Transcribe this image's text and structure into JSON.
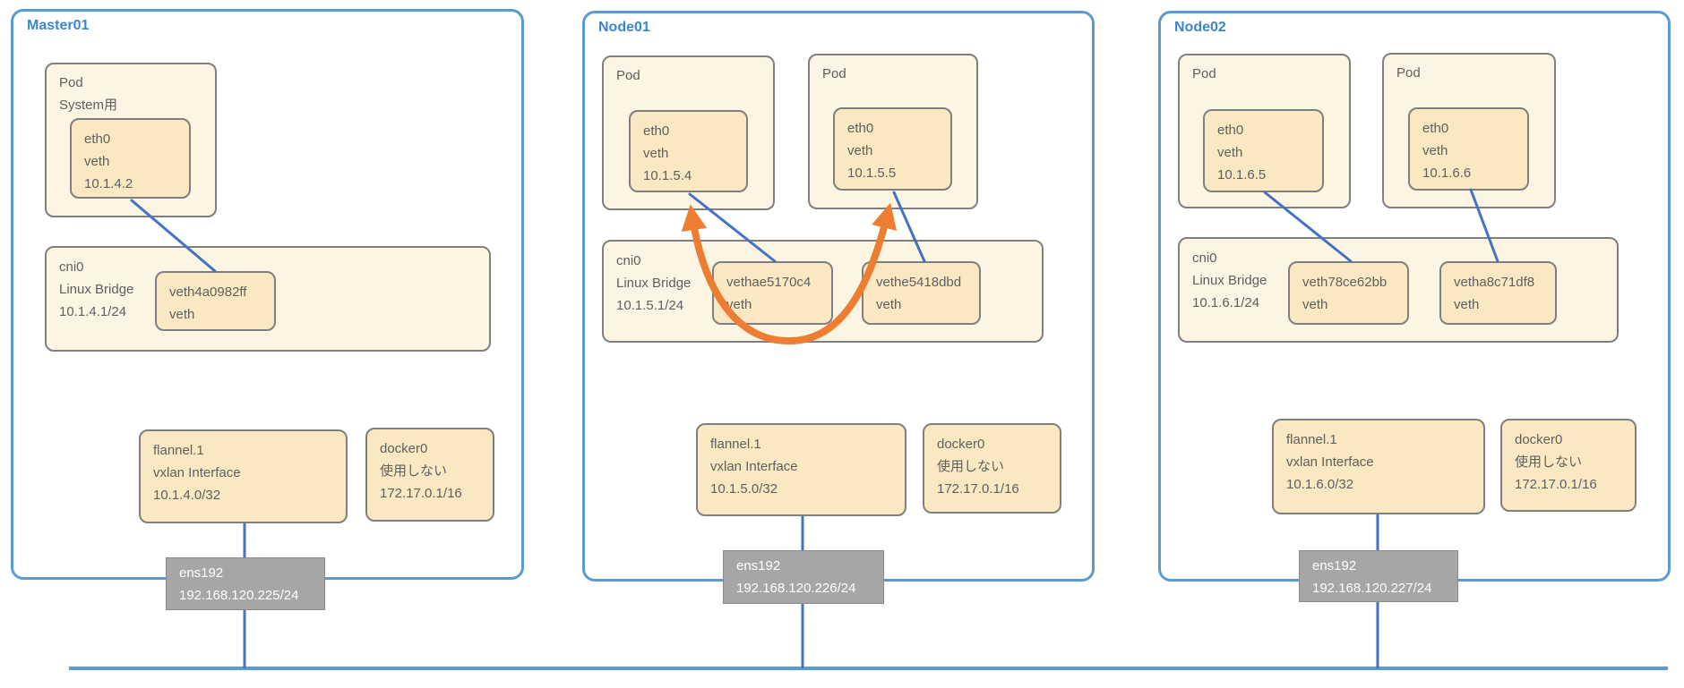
{
  "colors": {
    "node_border": "#5B9BD5",
    "node_title": "#3E86CC",
    "connector_blue": "#4472C4",
    "lan_line_blue": "#5B9BD5",
    "pod_fill": "#FDF5E3",
    "interface_fill": "#FAE8C3",
    "box_border_gray": "#7F7F7F",
    "nic_fill": "#A6A6A6",
    "arrow_orange": "#ED7D31"
  },
  "nodes": [
    {
      "title": "Master01",
      "pods": [
        {
          "label": "Pod",
          "sublabel": "System用",
          "eth": {
            "name": "eth0",
            "type": "veth",
            "ip": "10.1.4.2"
          }
        }
      ],
      "bridge": {
        "name": "cni0",
        "kind": "Linux Bridge",
        "ip": "10.1.4.1/24",
        "veths": [
          {
            "name": "veth4a0982ff",
            "type": "veth"
          }
        ]
      },
      "flannel": {
        "name": "flannel.1",
        "kind": "vxlan Interface",
        "ip": "10.1.4.0/32"
      },
      "docker": {
        "name": "docker0",
        "note": "使用しない",
        "ip": "172.17.0.1/16"
      },
      "nic": {
        "name": "ens192",
        "ip": "192.168.120.225/24"
      }
    },
    {
      "title": "Node01",
      "pods": [
        {
          "label": "Pod",
          "eth": {
            "name": "eth0",
            "type": "veth",
            "ip": "10.1.5.4"
          }
        },
        {
          "label": "Pod",
          "eth": {
            "name": "eth0",
            "type": "veth",
            "ip": "10.1.5.5"
          }
        }
      ],
      "bridge": {
        "name": "cni0",
        "kind": "Linux Bridge",
        "ip": "10.1.5.1/24",
        "veths": [
          {
            "name": "vethae5170c4",
            "type": "veth"
          },
          {
            "name": "vethe5418dbd",
            "type": "veth"
          }
        ]
      },
      "flannel": {
        "name": "flannel.1",
        "kind": "vxlan Interface",
        "ip": "10.1.5.0/32"
      },
      "docker": {
        "name": "docker0",
        "note": "使用しない",
        "ip": "172.17.0.1/16"
      },
      "nic": {
        "name": "ens192",
        "ip": "192.168.120.226/24"
      }
    },
    {
      "title": "Node02",
      "pods": [
        {
          "label": "Pod",
          "eth": {
            "name": "eth0",
            "type": "veth",
            "ip": "10.1.6.5"
          }
        },
        {
          "label": "Pod",
          "eth": {
            "name": "eth0",
            "type": "veth",
            "ip": "10.1.6.6"
          }
        }
      ],
      "bridge": {
        "name": "cni0",
        "kind": "Linux Bridge",
        "ip": "10.1.6.1/24",
        "veths": [
          {
            "name": "veth78ce62bb",
            "type": "veth"
          },
          {
            "name": "vetha8c71df8",
            "type": "veth"
          }
        ]
      },
      "flannel": {
        "name": "flannel.1",
        "kind": "vxlan Interface",
        "ip": "10.1.6.0/32"
      },
      "docker": {
        "name": "docker0",
        "note": "使用しない",
        "ip": "172.17.0.1/16"
      },
      "nic": {
        "name": "ens192",
        "ip": "192.168.120.227/24"
      }
    }
  ]
}
